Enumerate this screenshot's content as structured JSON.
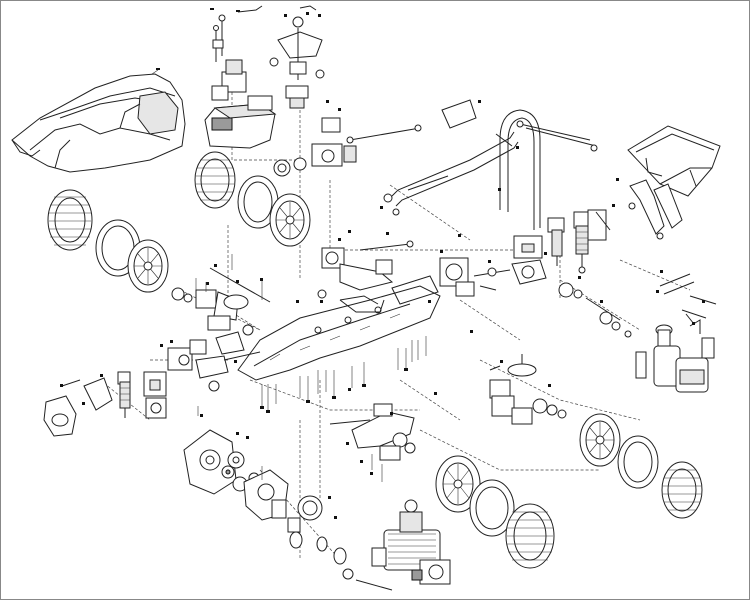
{
  "diagram": {
    "kind": "exploded-view",
    "subject": "rc-buggy",
    "border_color": "#888888",
    "line_color": "#222222",
    "parts": [
      "body-shell",
      "radio-box",
      "steering-servo-saver",
      "front-tire-left",
      "front-tire-right",
      "rear-tire-left",
      "rear-tire-right",
      "front-wheel-left",
      "front-wheel-right",
      "rear-wheel-left",
      "rear-wheel-right",
      "chassis-plate",
      "roll-bar",
      "rear-wing",
      "rear-shock-left",
      "rear-shock-right",
      "front-bumper",
      "front-shock",
      "transmission-case",
      "engine",
      "fuel-tank",
      "wing-mount",
      "rear-hub",
      "front-hub",
      "clutch-gear",
      "exhaust-pipe"
    ]
  }
}
